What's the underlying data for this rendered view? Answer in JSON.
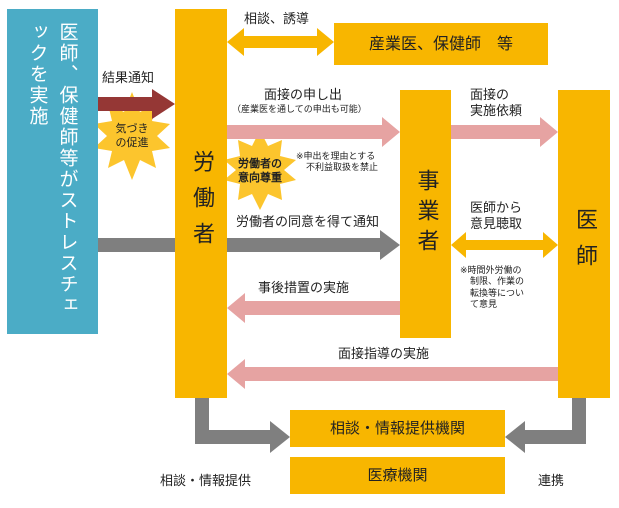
{
  "doctor_stress_check": "医師、保健師等がストレスチェックを実施",
  "worker": "労働者",
  "employer": "事業者",
  "doctor": "医師",
  "occupational": "産業医、保健師　等",
  "consult_org": "相談・情報提供機関",
  "medical_org": "医療機関",
  "labels": {
    "consult_guide": "相談、誘導",
    "result_notice": "結果通知",
    "awareness": [
      "気づき",
      "の促進"
    ],
    "interview_request": "面接の申し出",
    "interview_request_sub": "（産業医を通しての申出も可能）",
    "worker_respect": [
      "労働者の",
      "意向尊重"
    ],
    "disadvantage_note": [
      "※申出を理由とする",
      "不利益取扱を禁止"
    ],
    "interview_exec": [
      "面接の",
      "実施依頼"
    ],
    "consent_notice": "労働者の同意を得て通知",
    "opinion": [
      "医師から",
      "意見聴取"
    ],
    "overtime_note": [
      "※時間外労働の",
      "制限、作業の",
      "転換等につい",
      "て意見"
    ],
    "after_measures": "事後措置の実施",
    "guidance": "面接指導の実施",
    "consult_info": "相談・情報提供",
    "cooperation": "連携"
  },
  "colors": {
    "teal": "#4bacc6",
    "orange": "#f8b600",
    "dark_red": "#953735",
    "pink": "#e6a3a2",
    "gray": "#7f7f7f",
    "burst": "#fcc52d"
  }
}
